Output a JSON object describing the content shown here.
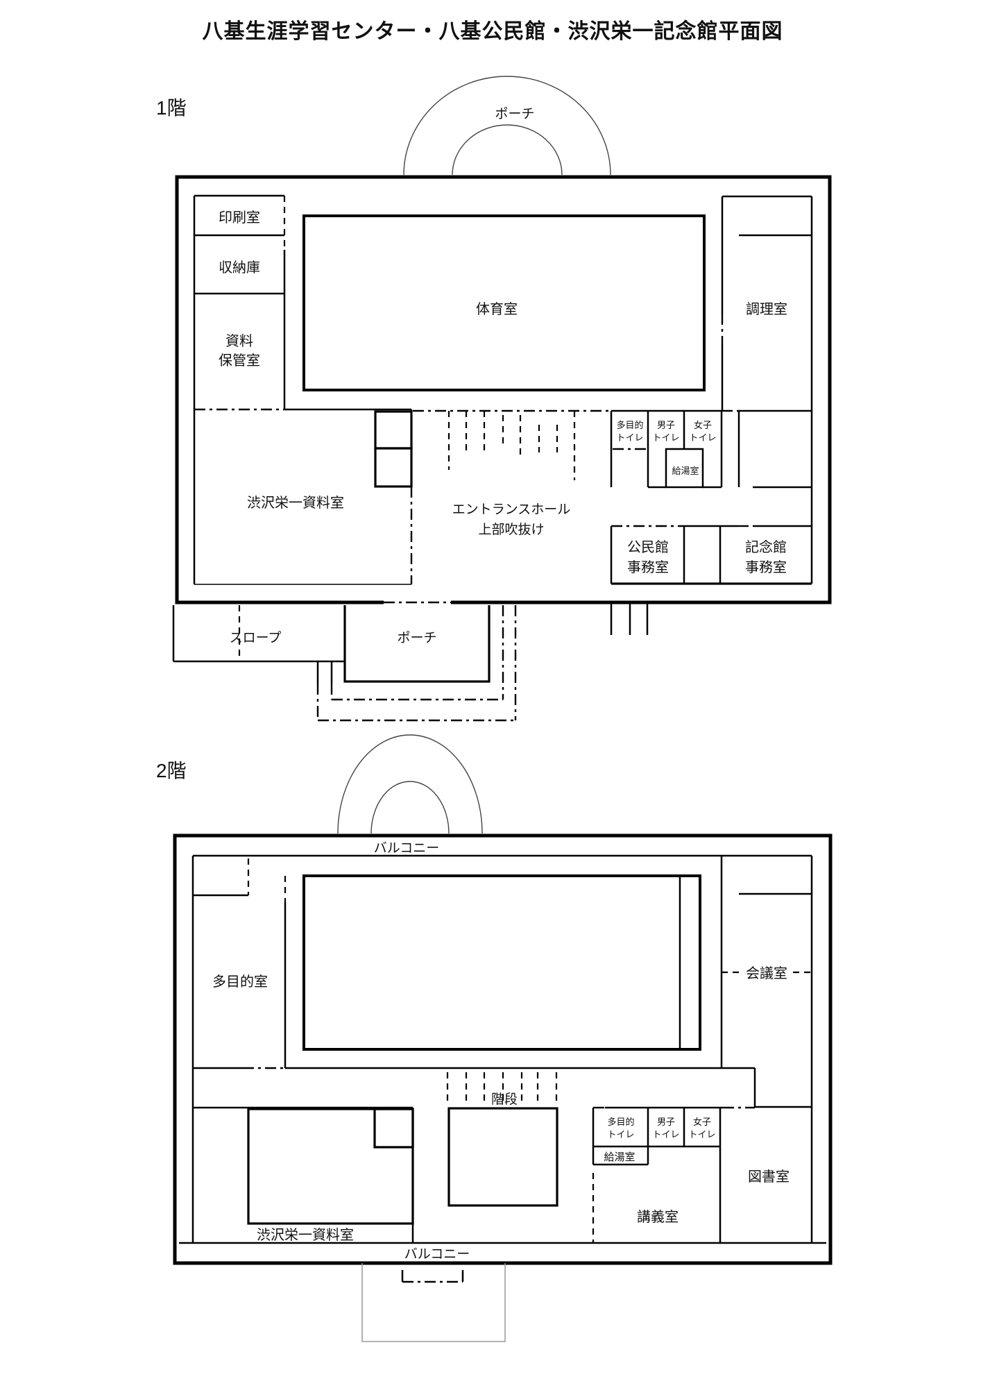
{
  "title": "八基生涯学習センター・八基公民館・渋沢栄一記念館平面図",
  "floor1": {
    "label": "1階",
    "porch_top": "ポーチ",
    "rooms": {
      "insatsu": "印刷室",
      "shunoko": "収納庫",
      "shiryo_hokan": [
        "資料",
        "保管室"
      ],
      "taiiku": "体育室",
      "chori": "調理室",
      "shibusawa_shiryo": "渋沢栄一資料室",
      "entrance_hall": [
        "エントランスホール",
        "上部吹抜け"
      ],
      "tamokuteki_toilet": [
        "多目的",
        "トイレ"
      ],
      "danshi_toilet": [
        "男子",
        "トイレ"
      ],
      "joshi_toilet": [
        "女子",
        "トイレ"
      ],
      "kyuto": "給湯室",
      "kominkan_jimu": [
        "公民館",
        "事務室"
      ],
      "kinenkan_jimu": [
        "記念館",
        "事務室"
      ],
      "slope": "スロープ",
      "porch_bottom": "ポーチ"
    }
  },
  "floor2": {
    "label": "2階",
    "balcony_top": "バルコニー",
    "rooms": {
      "tamokuteki_room": "多目的室",
      "kaigi": "会議室",
      "kaidan": "階段",
      "tamokuteki_toilet": [
        "多目的",
        "トイレ"
      ],
      "danshi_toilet": [
        "男子",
        "トイレ"
      ],
      "joshi_toilet": [
        "女子",
        "トイレ"
      ],
      "kyuto": "給湯室",
      "tosho": "図書室",
      "kogi": "講義室",
      "shibusawa_shiryo": "渋沢栄一資料室",
      "balcony_bottom": "バルコニー"
    }
  }
}
